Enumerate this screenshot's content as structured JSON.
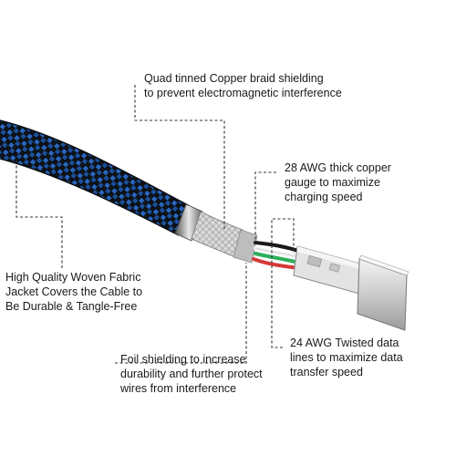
{
  "callouts": {
    "braid": {
      "lines": [
        "Quad tinned Copper braid shielding",
        "to prevent electromagnetic interference"
      ]
    },
    "copper": {
      "lines": [
        "28 AWG thick copper",
        "gauge to maximize",
        "charging speed"
      ]
    },
    "jacket": {
      "lines": [
        "High Quality Woven Fabric",
        "Jacket Covers the Cable to",
        "Be Durable & Tangle-Free"
      ]
    },
    "foil": {
      "lines": [
        "Foil shielding to increase",
        "durability and further protect",
        "wires from interference"
      ]
    },
    "twisted": {
      "lines": [
        "24 AWG Twisted data",
        "lines to maximize data",
        "transfer speed"
      ]
    }
  },
  "colors": {
    "braid_blue": "#1b4f9a",
    "braid_black": "#101418",
    "shield_silver": "#c9c9c9",
    "connector_metal": "#d8d8d8",
    "wire_red": "#d63a3a",
    "wire_green": "#2eae5a",
    "wire_white": "#f2f2f2",
    "wire_black": "#1a1a1a"
  }
}
